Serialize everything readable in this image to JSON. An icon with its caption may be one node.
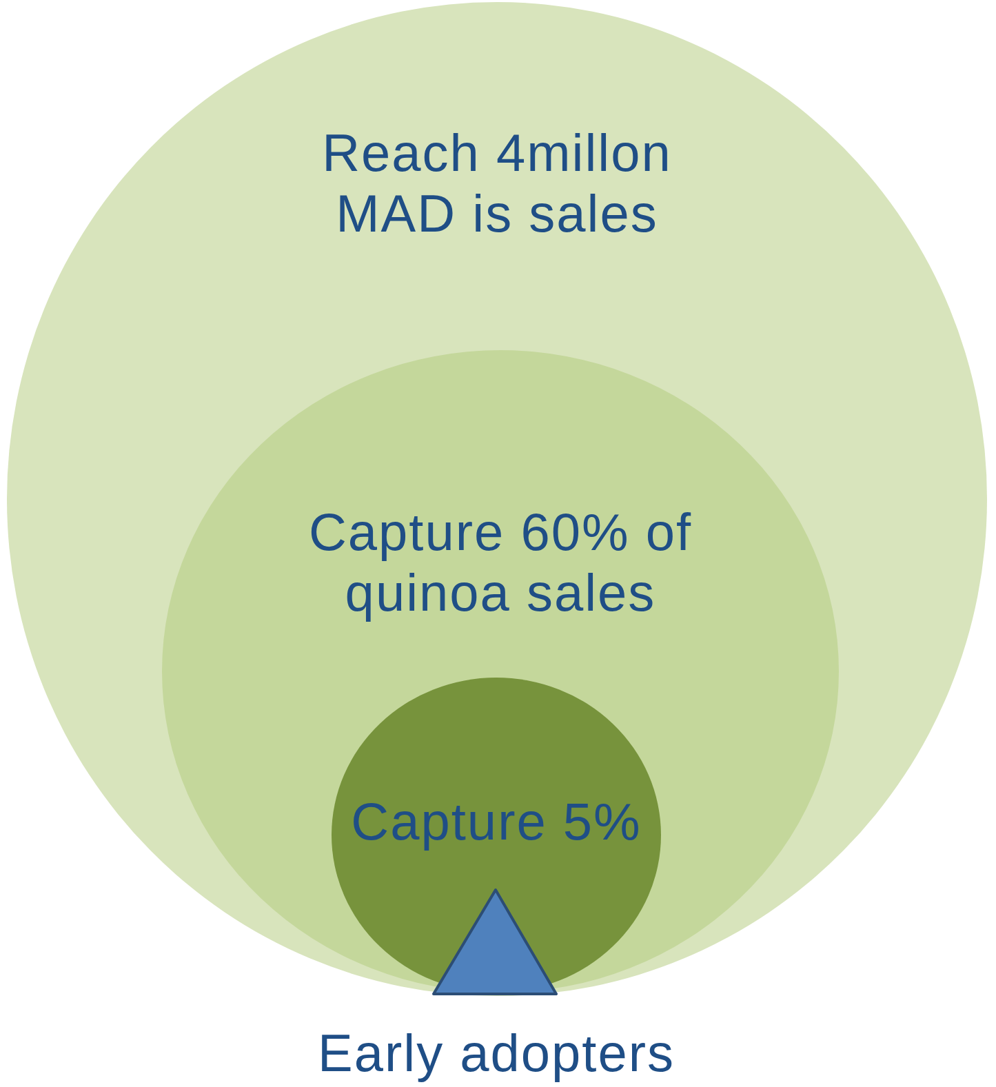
{
  "diagram": {
    "nodes": [
      {
        "text": [
          "Reach 4millon MAD is sales"
        ]
      },
      {
        "text": [
          "Capture 60% of quinoa sales"
        ],
        "in": 0
      },
      {
        "text": [
          "Capture 5%"
        ],
        "in": 1
      },
      {
        "text": [],
        "shape": "triangle",
        "beside": [
          "Early adopters"
        ],
        "in": 2
      }
    ]
  }
}
